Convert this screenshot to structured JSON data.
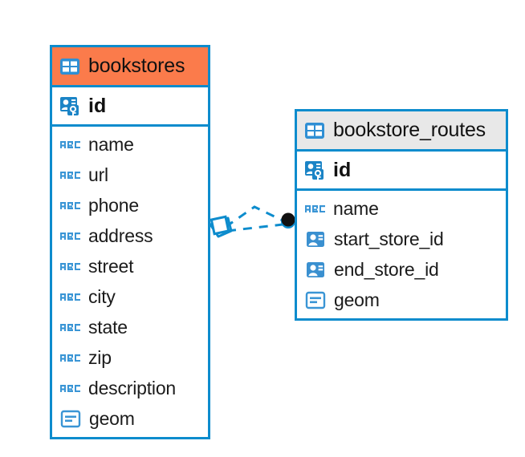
{
  "diagram": {
    "type": "entity-relationship",
    "background_color": "#ffffff",
    "accent_color": "#0d8ccd",
    "selected_color": "#fb7b4b",
    "header_plain_color": "#e8e8e8"
  },
  "entities": [
    {
      "name": "bookstores",
      "selected": true,
      "header_icon": "table-icon",
      "primary_key": {
        "label": "id",
        "icon": "primary-key-icon"
      },
      "fields": [
        {
          "label": "name",
          "icon": "abc-icon"
        },
        {
          "label": "url",
          "icon": "abc-icon"
        },
        {
          "label": "phone",
          "icon": "abc-icon"
        },
        {
          "label": "address",
          "icon": "abc-icon"
        },
        {
          "label": "street",
          "icon": "abc-icon"
        },
        {
          "label": "city",
          "icon": "abc-icon"
        },
        {
          "label": "state",
          "icon": "abc-icon"
        },
        {
          "label": "zip",
          "icon": "abc-icon"
        },
        {
          "label": "description",
          "icon": "abc-icon"
        },
        {
          "label": "geom",
          "icon": "geometry-icon"
        }
      ]
    },
    {
      "name": "bookstore_routes",
      "selected": false,
      "header_icon": "table-icon",
      "primary_key": {
        "label": "id",
        "icon": "primary-key-icon"
      },
      "fields": [
        {
          "label": "name",
          "icon": "abc-icon"
        },
        {
          "label": "start_store_id",
          "icon": "foreign-key-icon"
        },
        {
          "label": "end_store_id",
          "icon": "foreign-key-icon"
        },
        {
          "label": "geom",
          "icon": "geometry-icon"
        }
      ]
    }
  ],
  "relationships": [
    {
      "from": "bookstores",
      "to": "bookstore_routes",
      "source_marker": "crows-foot-diamond",
      "target_marker": "filled-circle",
      "line_style": "dashed",
      "color": "#0d8ccd"
    },
    {
      "from": "bookstores",
      "to": "bookstore_routes",
      "source_marker": "crows-foot-diamond",
      "target_marker": "filled-circle",
      "line_style": "dashed",
      "color": "#0d8ccd"
    }
  ]
}
